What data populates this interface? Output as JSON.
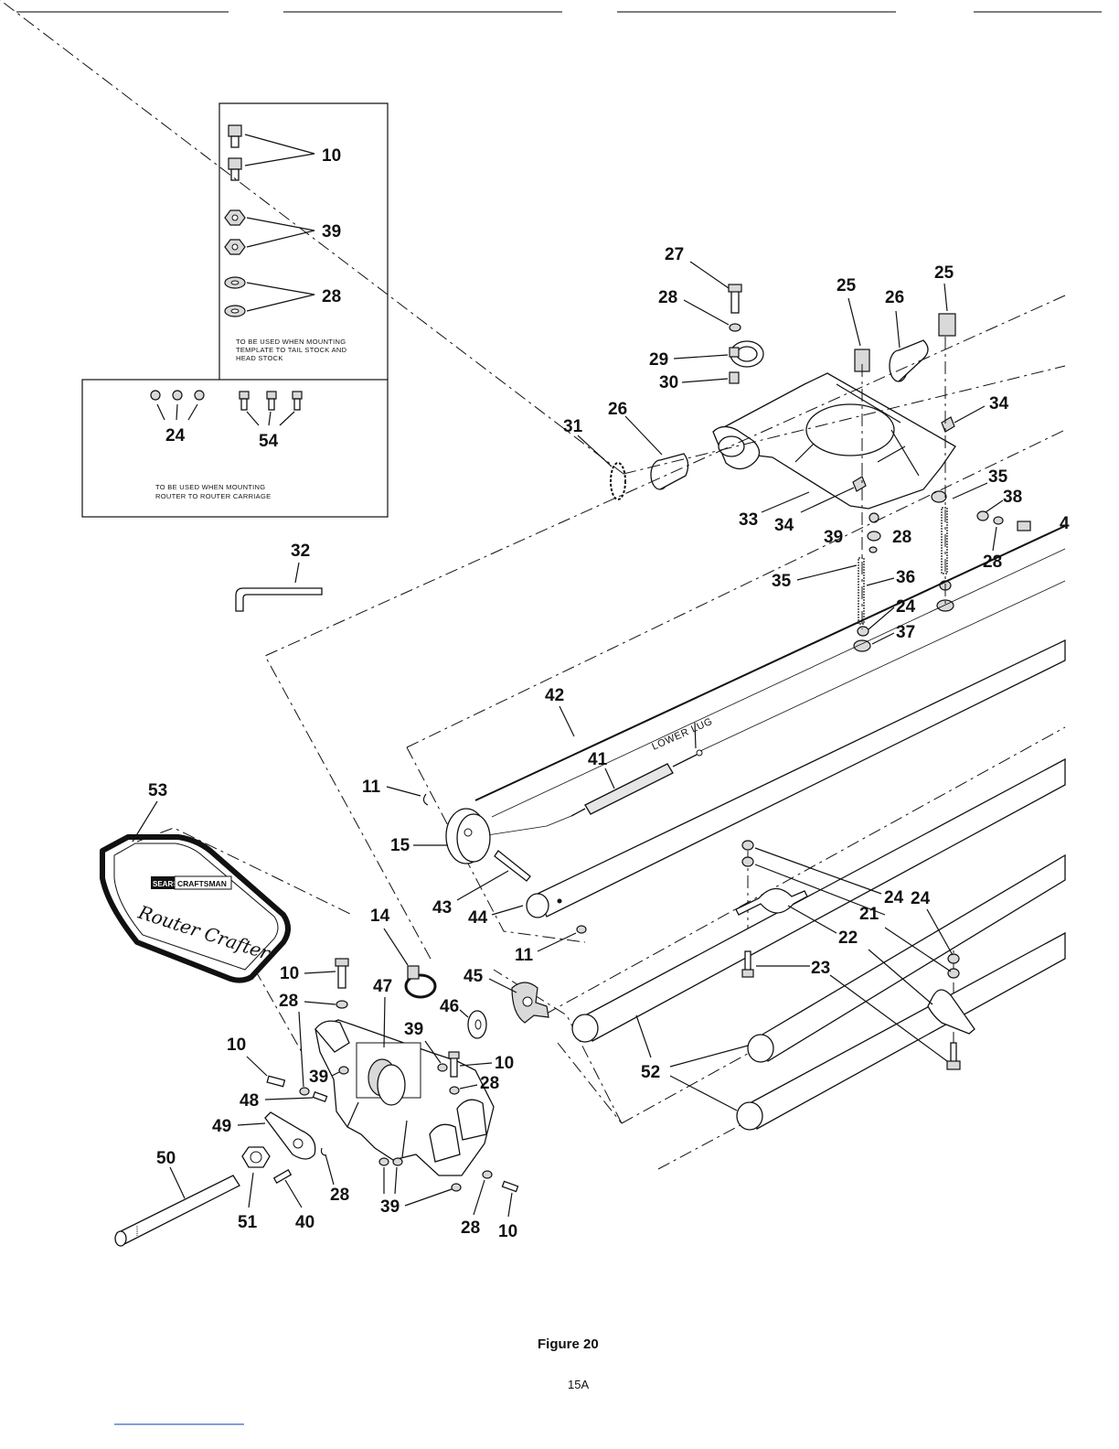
{
  "figure_caption": "Figure 20",
  "page_number": "15A",
  "lower_lug_label": "LOWER LUG",
  "box_top": {
    "note": "TO BE USED WHEN MOUNTING TEMPLATE TO TAIL STOCK AND HEAD STOCK",
    "note_lines": [
      "TO BE USED WHEN MOUNTING",
      "TEMPLATE TO TAIL STOCK AND",
      "HEAD STOCK"
    ],
    "callouts": [
      "10",
      "39",
      "28"
    ]
  },
  "box_bottom": {
    "note": "TO BE USED WHEN MOUNTING ROUTER TO ROUTER CARRIAGE",
    "note_lines": [
      "TO BE USED WHEN MOUNTING",
      "ROUTER TO ROUTER CARRIAGE"
    ],
    "callouts": [
      "24",
      "54"
    ]
  },
  "logo": {
    "brand_a": "SEARS",
    "brand_b": "CRAFTSMAN",
    "script": "Router Crafter"
  },
  "callouts": {
    "c32": "32",
    "c27": "27",
    "c28a": "28",
    "c29": "29",
    "c30": "30",
    "c25a": "25",
    "c26a": "26",
    "c25b": "25",
    "c31": "31",
    "c26b": "26",
    "c34a": "34",
    "c33": "33",
    "c34b": "34",
    "c35a": "35",
    "c38": "38",
    "c4x": "4",
    "c39a": "39",
    "c28b": "28",
    "c28c": "28",
    "c35b": "35",
    "c36": "36",
    "c24a": "24",
    "c37": "37",
    "c42": "42",
    "c41": "41",
    "c11a": "11",
    "c15": "15",
    "c43": "43",
    "c44": "44",
    "c11b": "11",
    "c53": "53",
    "c14": "14",
    "c10a": "10",
    "c28d": "28",
    "c47": "47",
    "c45": "45",
    "c46": "46",
    "c39b": "39",
    "c10b": "10",
    "c28e": "28",
    "c10c": "10",
    "c39c": "39",
    "c48": "48",
    "c49": "49",
    "c50": "50",
    "c51": "51",
    "c40": "40",
    "c28f": "28",
    "c39d": "39",
    "c28g": "28",
    "c10d": "10",
    "c24b": "24",
    "c21": "21",
    "c22": "22",
    "c23": "23",
    "c24c": "24",
    "c52": "52"
  }
}
